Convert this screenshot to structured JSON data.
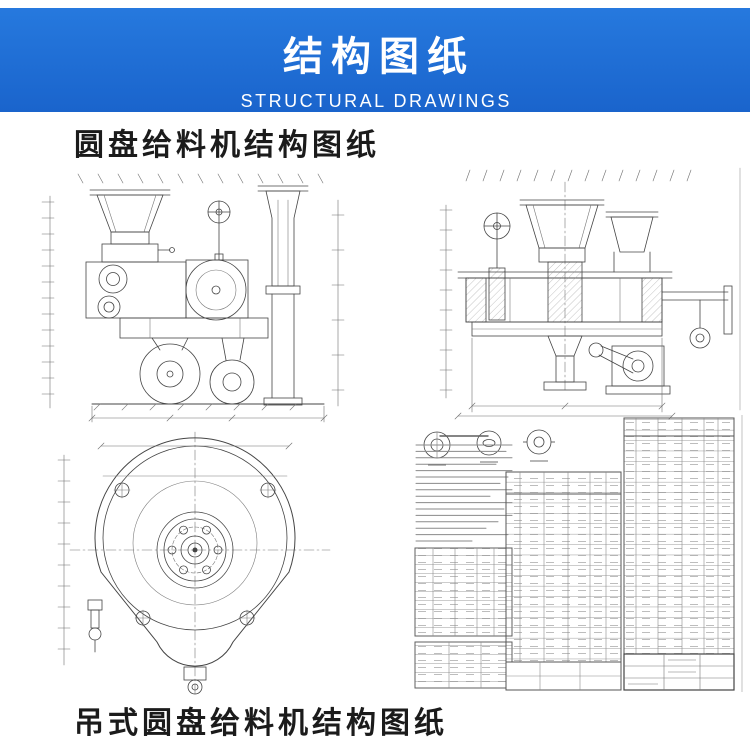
{
  "banner": {
    "title": "结构图纸",
    "subtitle": "STRUCTURAL DRAWINGS",
    "background_color": "#1d6cd3",
    "text_color": "#ffffff"
  },
  "captions": {
    "top": "圆盘给料机结构图纸",
    "bottom": "吊式圆盘给料机结构图纸"
  },
  "drawings": {
    "top_left": "disc-feeder-side-elevation",
    "top_right": "disc-feeder-sectional-view",
    "bottom_left": "disc-feeder-plan-view",
    "notes": "technical-notes-block",
    "tables": "parts-list-tables"
  }
}
